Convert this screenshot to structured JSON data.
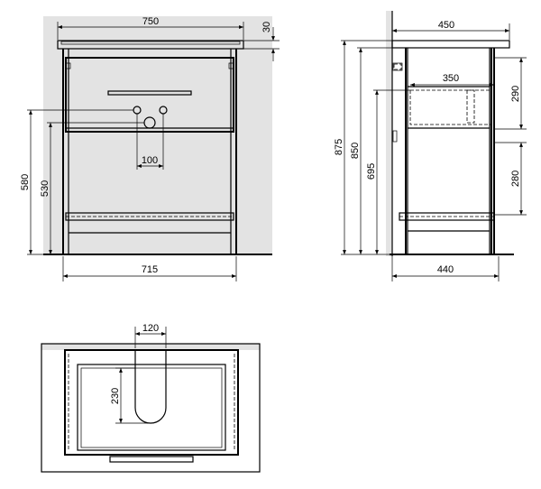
{
  "front_view": {
    "width_top": "750",
    "top_thickness": "30",
    "tap_spacing": "100",
    "height_580": "580",
    "height_530": "530",
    "width_bottom": "715"
  },
  "side_view": {
    "depth_top": "450",
    "drawer_depth": "350",
    "drawer_height": "290",
    "height_875": "875",
    "height_850": "850",
    "height_695": "695",
    "lower_height": "280",
    "depth_bottom": "440"
  },
  "top_view": {
    "cutout_width": "120",
    "cutout_depth": "230"
  },
  "colors": {
    "line": "#000000",
    "wall_fill": "#e3e3e3",
    "background": "#ffffff"
  }
}
